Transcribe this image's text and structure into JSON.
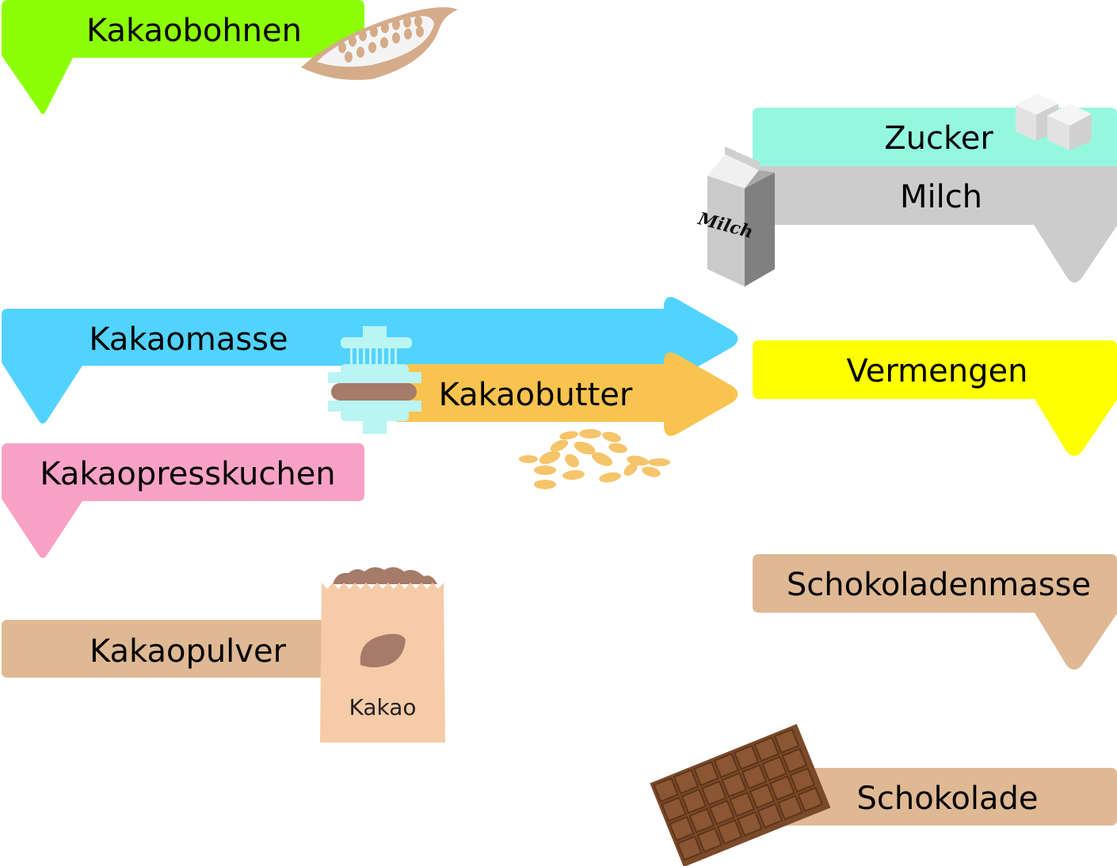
{
  "diagram": {
    "title_steps": {
      "kakaobohnen": {
        "label": "Kakaobohnen",
        "color": "#8cff08"
      },
      "zucker": {
        "label": "Zucker",
        "color": "#94f8df"
      },
      "milch": {
        "label": "Milch",
        "color": "#cccccc"
      },
      "kakaomasse": {
        "label": "Kakaomasse",
        "color": "#52d3ff"
      },
      "kakaobutter": {
        "label": "Kakaobutter",
        "color": "#f8c44f"
      },
      "vermengen": {
        "label": "Vermengen",
        "color": "#ffff00"
      },
      "kakaopresskuchen": {
        "label": "Kakaopresskuchen",
        "color": "#f9a2c6"
      },
      "kakaopulver": {
        "label": "Kakaopulver",
        "color": "#dfb994"
      },
      "schokoladenmasse": {
        "label": "Schokoladenmasse",
        "color": "#dfb994"
      },
      "schokolade": {
        "label": "Schokolade",
        "color": "#dfb994"
      }
    },
    "illustrations": {
      "milk_carton_text": "Milch",
      "cocoa_bag_text": "Kakao",
      "cocoa_pod_icon": "cocoa-pod-icon",
      "sugar_cubes_icon": "sugar-cubes-icon",
      "press_icon": "press-icon",
      "butter_pieces_icon": "butter-pieces-icon",
      "chocolate_bar_icon": "chocolate-bar-icon"
    }
  }
}
